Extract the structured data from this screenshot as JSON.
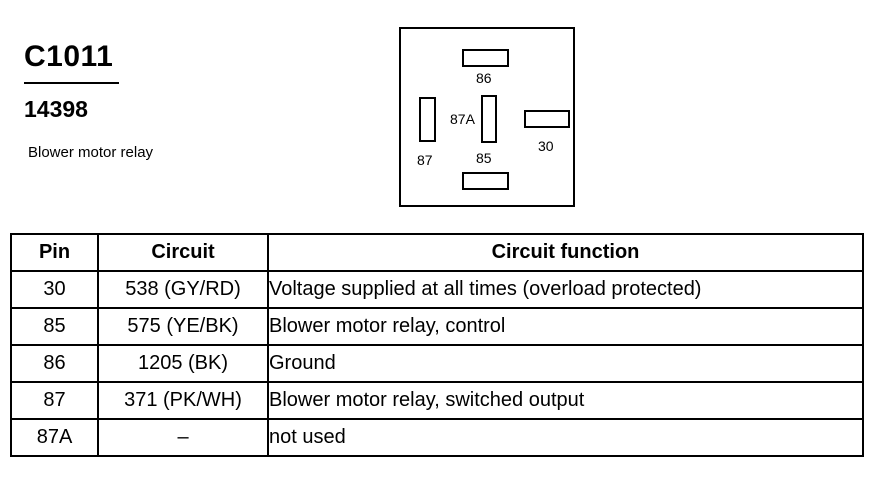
{
  "header": {
    "connector_id": "C1011",
    "part_number": "14398",
    "description": "Blower motor relay"
  },
  "terminals": [
    {
      "id": "86",
      "label": "86"
    },
    {
      "id": "87A",
      "label": "87A"
    },
    {
      "id": "30",
      "label": "30"
    },
    {
      "id": "87",
      "label": "87"
    },
    {
      "id": "85",
      "label": "85"
    }
  ],
  "table": {
    "headers": {
      "pin": "Pin",
      "circuit": "Circuit",
      "function": "Circuit function"
    },
    "rows": [
      {
        "pin": "30",
        "circuit": "538 (GY/RD)",
        "function": "Voltage supplied at all times (overload protected)"
      },
      {
        "pin": "85",
        "circuit": "575 (YE/BK)",
        "function": "Blower motor relay, control"
      },
      {
        "pin": "86",
        "circuit": "1205 (BK)",
        "function": "Ground"
      },
      {
        "pin": "87",
        "circuit": "371 (PK/WH)",
        "function": "Blower motor relay, switched output"
      },
      {
        "pin": "87A",
        "circuit": "–",
        "function": "not used"
      }
    ]
  }
}
